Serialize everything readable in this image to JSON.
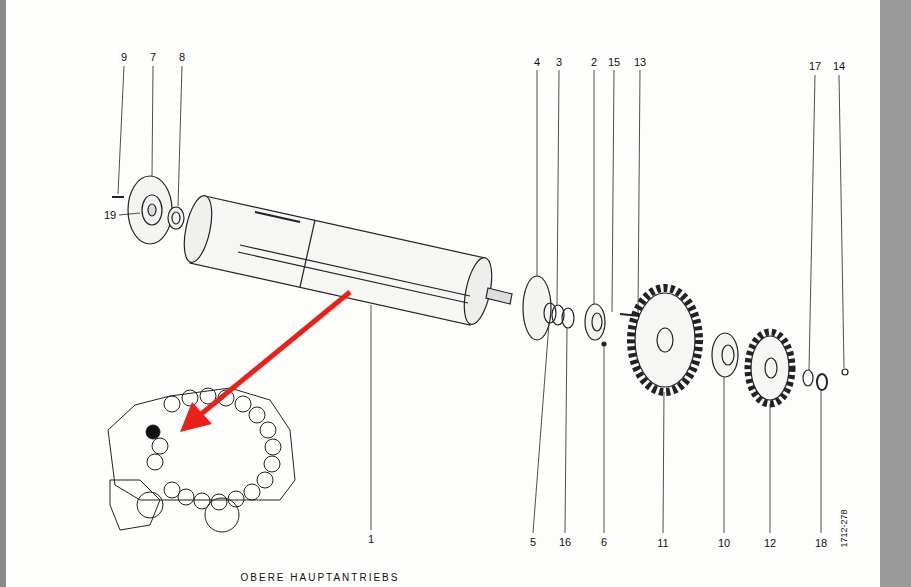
{
  "diagram": {
    "labels": [
      "9",
      "7",
      "8",
      "19",
      "4",
      "3",
      "2",
      "15",
      "13",
      "17",
      "14",
      "1",
      "5",
      "16",
      "6",
      "11",
      "10",
      "12",
      "18",
      "1712-278",
      "OBERE HAUPTANTRIEBS"
    ]
  }
}
